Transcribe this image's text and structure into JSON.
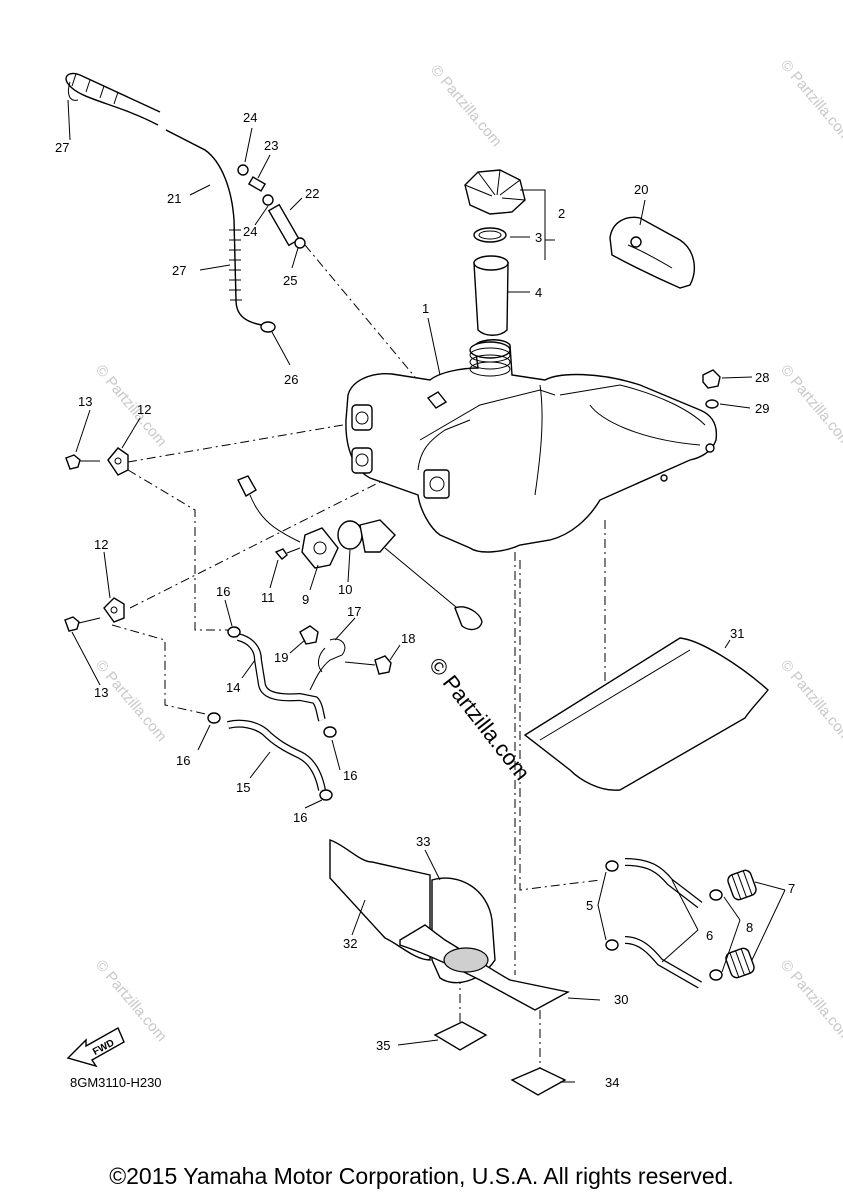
{
  "watermark": {
    "text": "© Partzilla.com"
  },
  "parts": {
    "p1": "1",
    "p2": "2",
    "p3": "3",
    "p4": "4",
    "p5": "5",
    "p6": "6",
    "p7": "7",
    "p8": "8",
    "p9": "9",
    "p10": "10",
    "p11": "11",
    "p12a": "12",
    "p12b": "12",
    "p13a": "13",
    "p13b": "13",
    "p14": "14",
    "p15": "15",
    "p16a": "16",
    "p16b": "16",
    "p16c": "16",
    "p16d": "16",
    "p17": "17",
    "p18": "18",
    "p19": "19",
    "p20": "20",
    "p21": "21",
    "p22": "22",
    "p23": "23",
    "p24a": "24",
    "p24b": "24",
    "p25": "25",
    "p26": "26",
    "p27a": "27",
    "p27b": "27",
    "p28": "28",
    "p29": "29",
    "p30": "30",
    "p31": "31",
    "p32": "32",
    "p33": "33",
    "p34": "34",
    "p35": "35"
  },
  "fwd_label": "FWD",
  "diagram_code": "8GM3110-H230",
  "copyright": "©2015 Yamaha Motor Corporation, U.S.A. All rights reserved."
}
